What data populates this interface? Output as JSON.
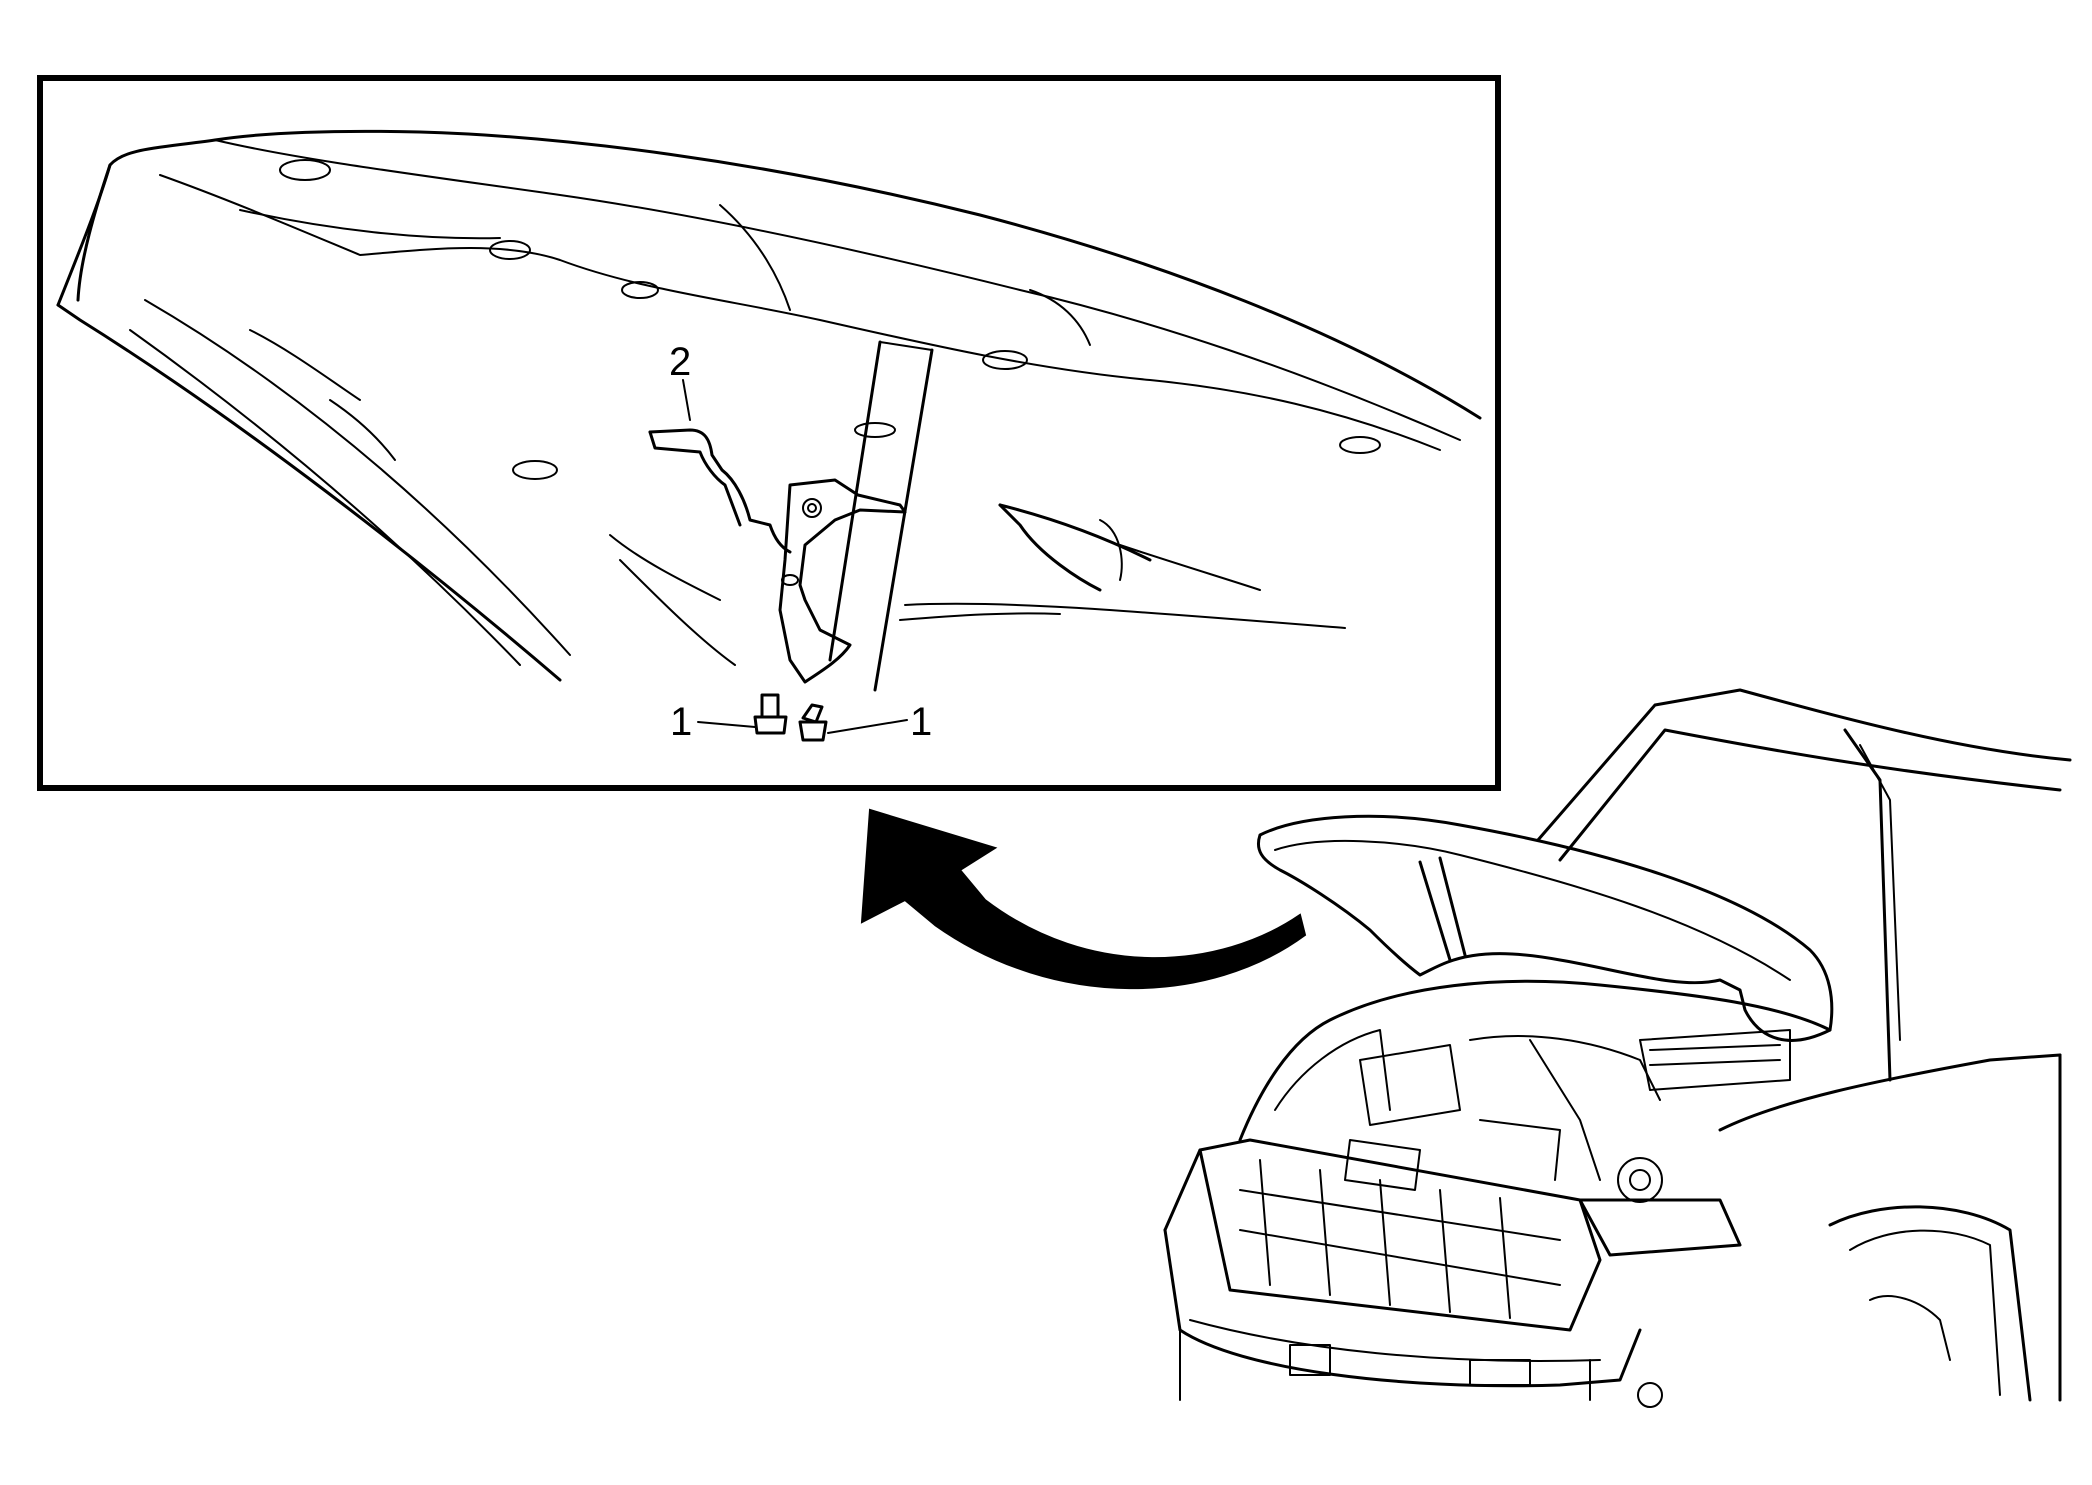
{
  "callouts": [
    {
      "id": "1a",
      "label": "1"
    },
    {
      "id": "1b",
      "label": "1"
    },
    {
      "id": "2",
      "label": "2"
    }
  ]
}
